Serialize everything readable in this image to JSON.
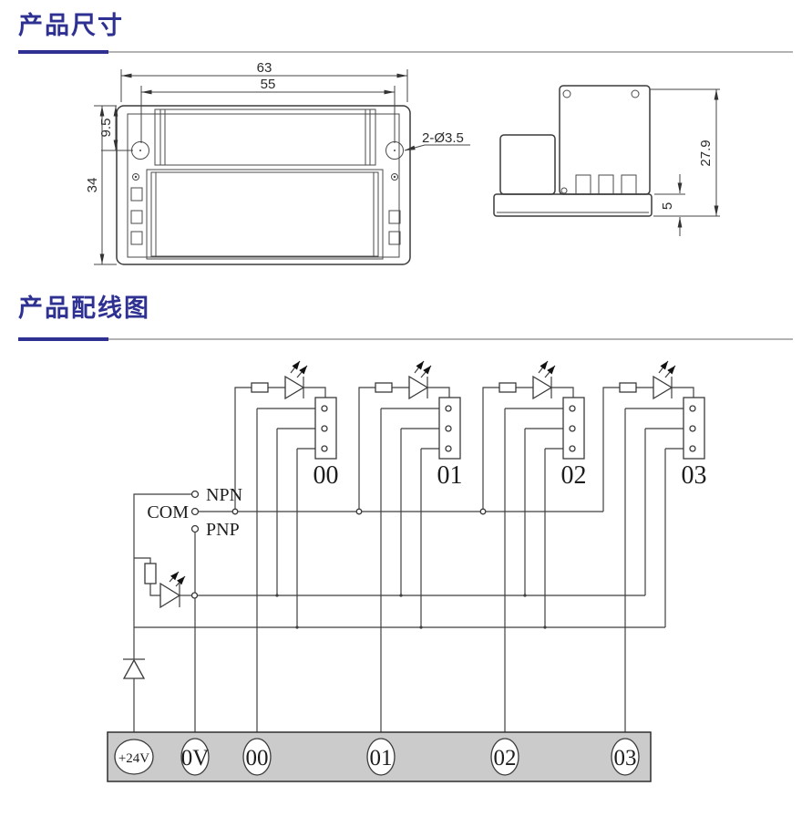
{
  "colors": {
    "accent": "#2e3192",
    "rule_gray": "#b3b3b3",
    "strip_fill": "#cbcbcb"
  },
  "sections": {
    "dimensions": {
      "title": "产品尺寸"
    },
    "wiring": {
      "title": "产品配线图"
    }
  },
  "front_view": {
    "width_outer": "63",
    "width_inner": "55",
    "hole_offset": "9.5",
    "height": "34",
    "hole_callout": "2-Ø3.5"
  },
  "side_view": {
    "total_height": "27.9",
    "base_height": "5"
  },
  "wiring": {
    "polarity": {
      "npn": "NPN",
      "com": "COM",
      "pnp": "PNP"
    },
    "channels": [
      {
        "label": "00"
      },
      {
        "label": "01"
      },
      {
        "label": "02"
      },
      {
        "label": "03"
      }
    ],
    "terminals": [
      {
        "label": "+24V"
      },
      {
        "label": "0V"
      },
      {
        "label": "00"
      },
      {
        "label": "01"
      },
      {
        "label": "02"
      },
      {
        "label": "03"
      }
    ]
  }
}
